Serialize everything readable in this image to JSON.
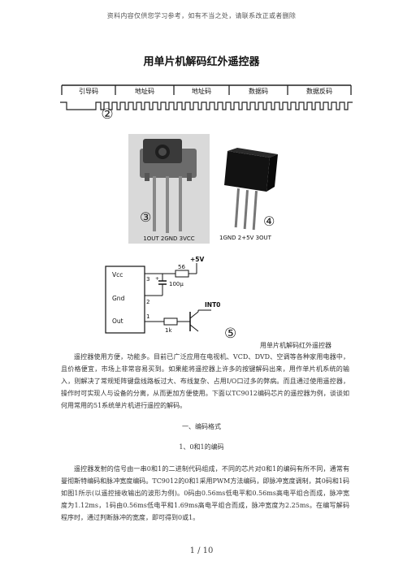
{
  "header": {
    "note": "资料内容仅供您学习参考，如有不当之处，请联系改正或者删除"
  },
  "doc": {
    "title": "用单片机解码红外遥控器"
  },
  "waveform": {
    "labels": [
      "引导码",
      "地址码",
      "地址码",
      "数据码",
      "数据反码"
    ],
    "marker": "②"
  },
  "photo1": {
    "marker": "③",
    "pin_text": "1OUT 2GND 3VCC"
  },
  "photo2": {
    "marker": "④",
    "pin_text": "1GND 2+5V 3OUT"
  },
  "circuit": {
    "vcc_label": "Vcc",
    "gnd_label": "Gnd",
    "out_label": "Out",
    "pin3": "3",
    "pin2": "2",
    "pin1": "1",
    "supply": "+5V",
    "r1": "56",
    "cap": "100μ",
    "r2": "1k",
    "int_label": "INT0",
    "marker": "⑤"
  },
  "figure_caption": "用单片机解码红外遥控器",
  "paragraphs": {
    "intro": "遥控器使用方便，功能多。目前已广泛应用在电视机、VCD、DVD、空调等各种家用电器中，且价格便宜，市场上非常容易买到。如果能将遥控器上许多的按键解码出来，用作单片机系统的输入，则解决了常规矩阵键盘线路板过大、布线复杂、占用I/O口过多的弊病。而且通过使用遥控器，操作时可实现人与设备的分离，从而更加方便使用。下面以TC9012编码芯片的遥控器为例，谈谈如何用常用的51系统单片机进行遥控的解码。",
    "coding": "遥控器发射的信号由一串0和1的二进制代码组成，不同的芯片对0和1的编码有所不同，通常有曼彻斯特编码和脉冲宽度编码。TC9012的0和1采用PWM方法编码，即脉冲宽度调制，其0码和1码如图1所示(以遥控接收输出的波形为例)。0码由0.56ms低电平和0.56ms高电平组合而成，脉冲宽度为1.12ms，1码由0.56ms低电平和1.69ms高电平组合而成，脉冲宽度为2.25ms。在编写解码程序时，通过判断脉冲的宽度，即可得到0或1。"
  },
  "sections": {
    "one": "一、编码格式",
    "one_one": "1、0和1的编码"
  },
  "footer": {
    "page": "1 / 10"
  }
}
